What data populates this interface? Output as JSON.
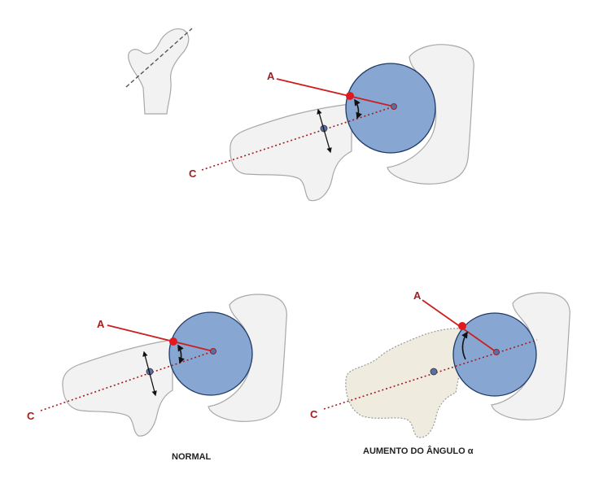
{
  "labels": {
    "point_a": "A",
    "point_c": "C",
    "caption_normal": "NORMAL",
    "caption_increased": "AUMENTO DO ÂNGULO α"
  },
  "colors": {
    "background": "#ffffff",
    "bone_fill": "#f2f2f2",
    "bone_stroke": "#a8a8a8",
    "head_fill": "#87a6d1",
    "head_stroke": "#1f3a66",
    "line_a": "#cc1f1f",
    "dot_a": "#e0191f",
    "axis_c": "#a31e1e",
    "label_color": "#a31e1e",
    "neck_dot": "#5a6fa8",
    "angle_arrow": "#111111",
    "cam_fill": "#efebdf",
    "cam_stroke": "#9a9a9a",
    "cut_line": "#555555"
  }
}
